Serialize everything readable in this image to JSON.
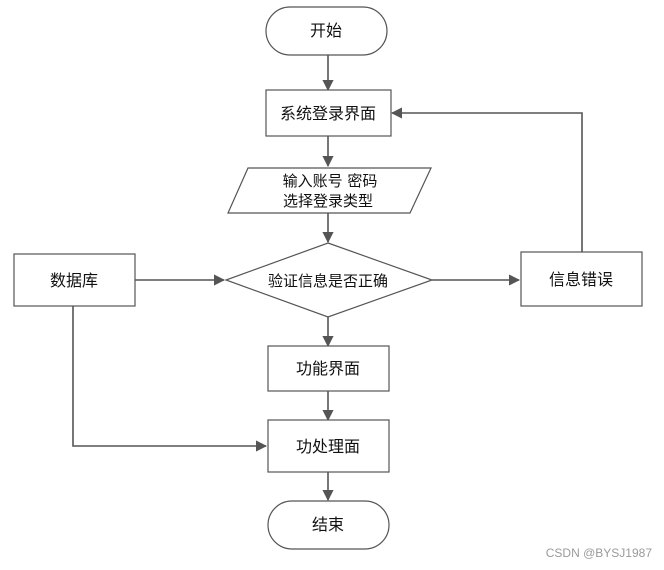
{
  "nodes": {
    "start": "开始",
    "login_screen": "系统登录界面",
    "input_line1": "输入账号 密码",
    "input_line2": "选择登录类型",
    "verify": "验证信息是否正确",
    "database": "数据库",
    "info_error": "信息错误",
    "function_screen": "功能界面",
    "process_screen": "功处理面",
    "end": "结束"
  },
  "watermark": "CSDN @BYSJ1987",
  "colors": {
    "stroke": "#555555",
    "text": "#111111",
    "box_fill": "#ffffff"
  }
}
